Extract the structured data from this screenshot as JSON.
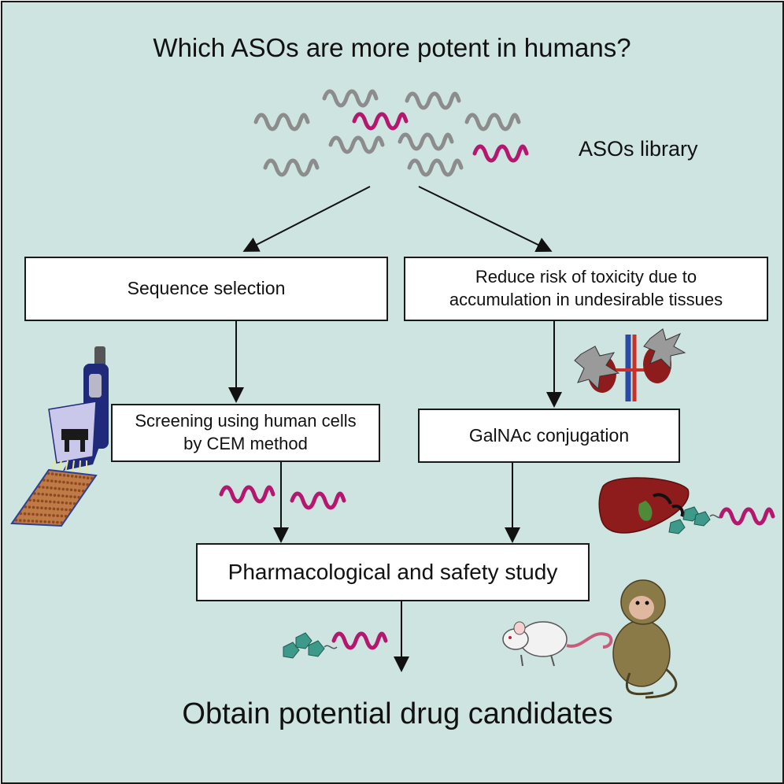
{
  "title": "Which ASOs are more potent in humans?",
  "library_label": "ASOs library",
  "boxes": {
    "sequence_selection": "Sequence selection",
    "reduce_risk_line1": "Reduce risk of toxicity due to",
    "reduce_risk_line2": "accumulation in undesirable tissues",
    "screening_line1": "Screening using human cells",
    "screening_line2": "by CEM method",
    "galnac": "GalNAc conjugation",
    "pharmacological": "Pharmacological and safety study"
  },
  "outcome": "Obtain potential drug candidates",
  "colors": {
    "background": "#cde4e0",
    "aso_gray": "#8c8c8c",
    "aso_magenta": "#b5176e",
    "galnac_teal": "#3d9a8b",
    "liver": "#8e1c1c",
    "pipette_blue": "#1f2a7a"
  },
  "icons": [
    "aso-strand-icon",
    "pipette-icon",
    "well-plate-icon",
    "kidney-icon",
    "liver-icon",
    "galnac-aso-icon",
    "mouse-icon",
    "monkey-icon"
  ]
}
